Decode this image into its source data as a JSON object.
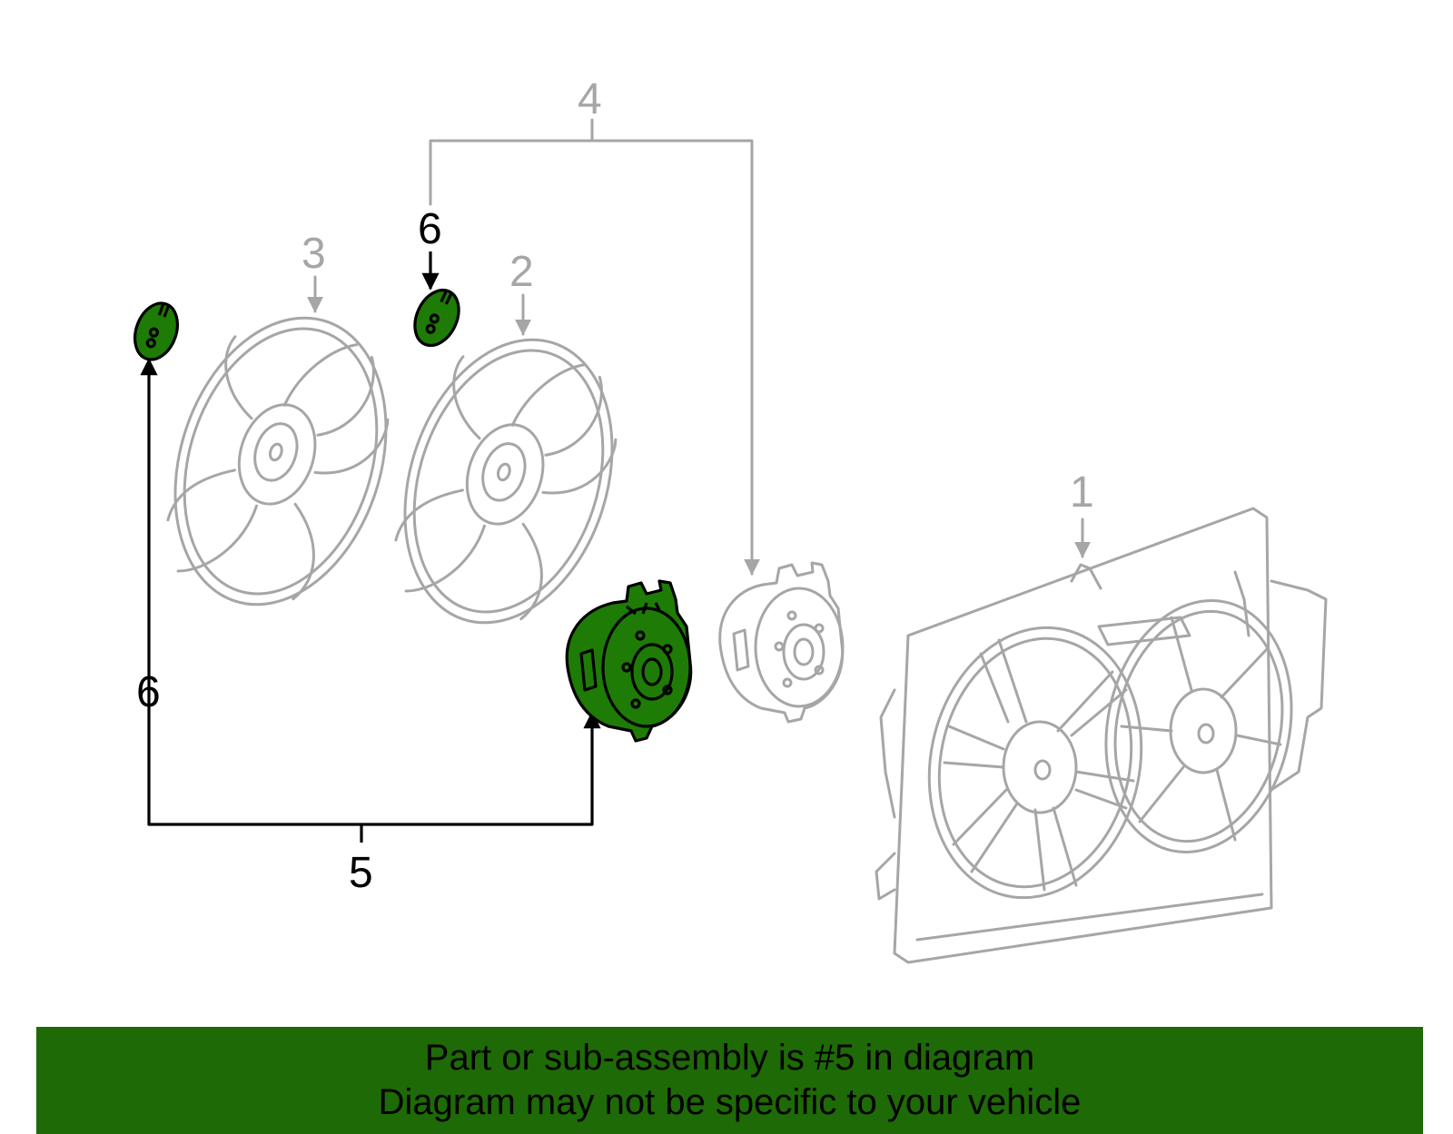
{
  "callouts": {
    "c1": "1",
    "c2": "2",
    "c3": "3",
    "c4": "4",
    "c5": "5",
    "c6_top": "6",
    "c6_left": "6"
  },
  "colors": {
    "highlight": "#1e7b06",
    "banner": "#1e6a06",
    "muted_line": "#a6a6a6"
  },
  "banner": {
    "line1": "Part or sub-assembly is #5 in diagram",
    "line2": "Diagram may not be specific to your vehicle"
  }
}
